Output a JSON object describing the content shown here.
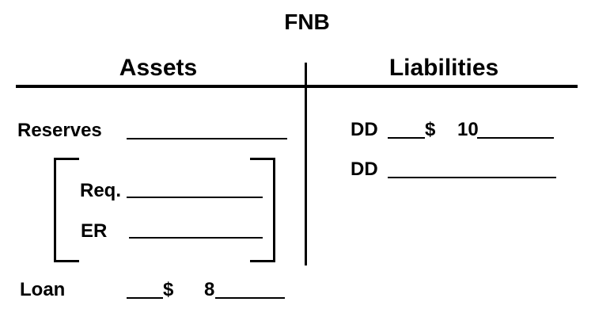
{
  "title": "FNB",
  "headers": {
    "assets": "Assets",
    "liabilities": "Liabilities"
  },
  "assets": {
    "reserves_label": "Reserves",
    "req_label": "Req.",
    "er_label": "ER",
    "loan_label": "Loan",
    "loan_currency": "$",
    "loan_amount": "8"
  },
  "liabilities": {
    "dd1_label": "DD",
    "dd1_currency": "$",
    "dd1_amount": "10",
    "dd2_label": "DD"
  },
  "colors": {
    "ink": "#000000",
    "background": "#ffffff"
  }
}
